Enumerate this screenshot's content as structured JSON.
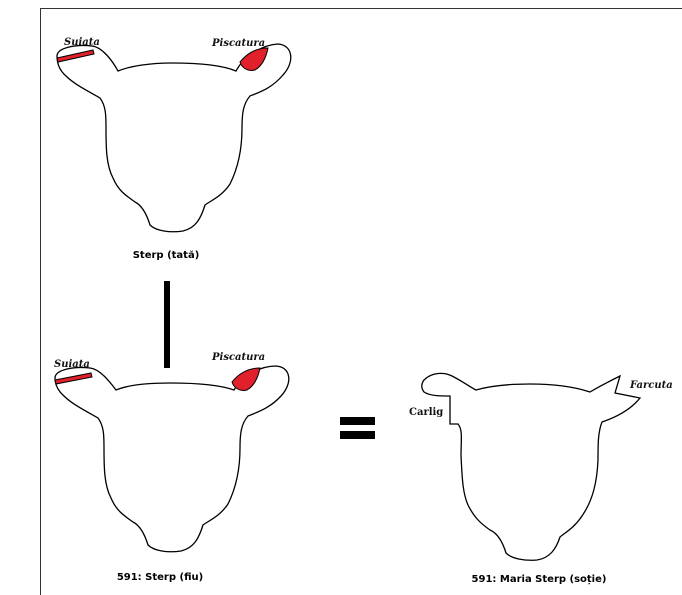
{
  "heads": [
    {
      "caption": "Sterp (tată)",
      "marks": [
        {
          "label": "Suiata",
          "type": "red-strip"
        },
        {
          "label": "Piscatura",
          "type": "red-notch"
        }
      ]
    },
    {
      "caption": "591: Sterp (fiu)",
      "marks": [
        {
          "label": "Suiata",
          "type": "red-strip"
        },
        {
          "label": "Piscatura",
          "type": "red-notch"
        }
      ]
    },
    {
      "caption": "591: Maria Sterp (soție)",
      "marks": [
        {
          "label": "Carlig",
          "type": "hook-cut"
        },
        {
          "label": "Farcuta",
          "type": "fork-cut"
        }
      ]
    }
  ],
  "colors": {
    "mark": "#e0202a",
    "outline": "#000000"
  },
  "equals_symbol": "="
}
